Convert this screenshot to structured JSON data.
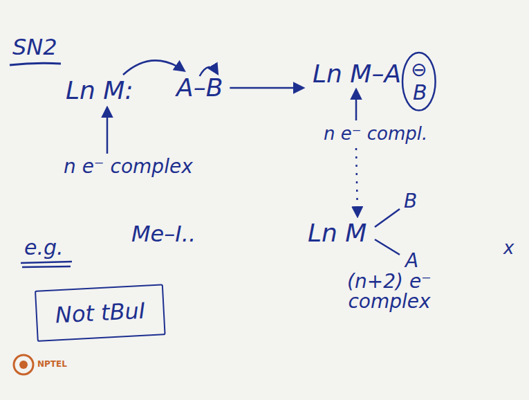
{
  "diagram": {
    "title": "SN2",
    "nodes": [
      {
        "text": [
          "Not tBuI"
        ]
      }
    ],
    "labels": [
      "Ln M:",
      "A–B",
      "Ln M–A",
      "⊖",
      "B",
      "n e⁻ complex",
      "n e⁻ compl.",
      "Ln M",
      "B",
      "A",
      "(n+2) e⁻ complex",
      "e.g.",
      "Me–I..",
      "x",
      "NPTEL"
    ]
  }
}
